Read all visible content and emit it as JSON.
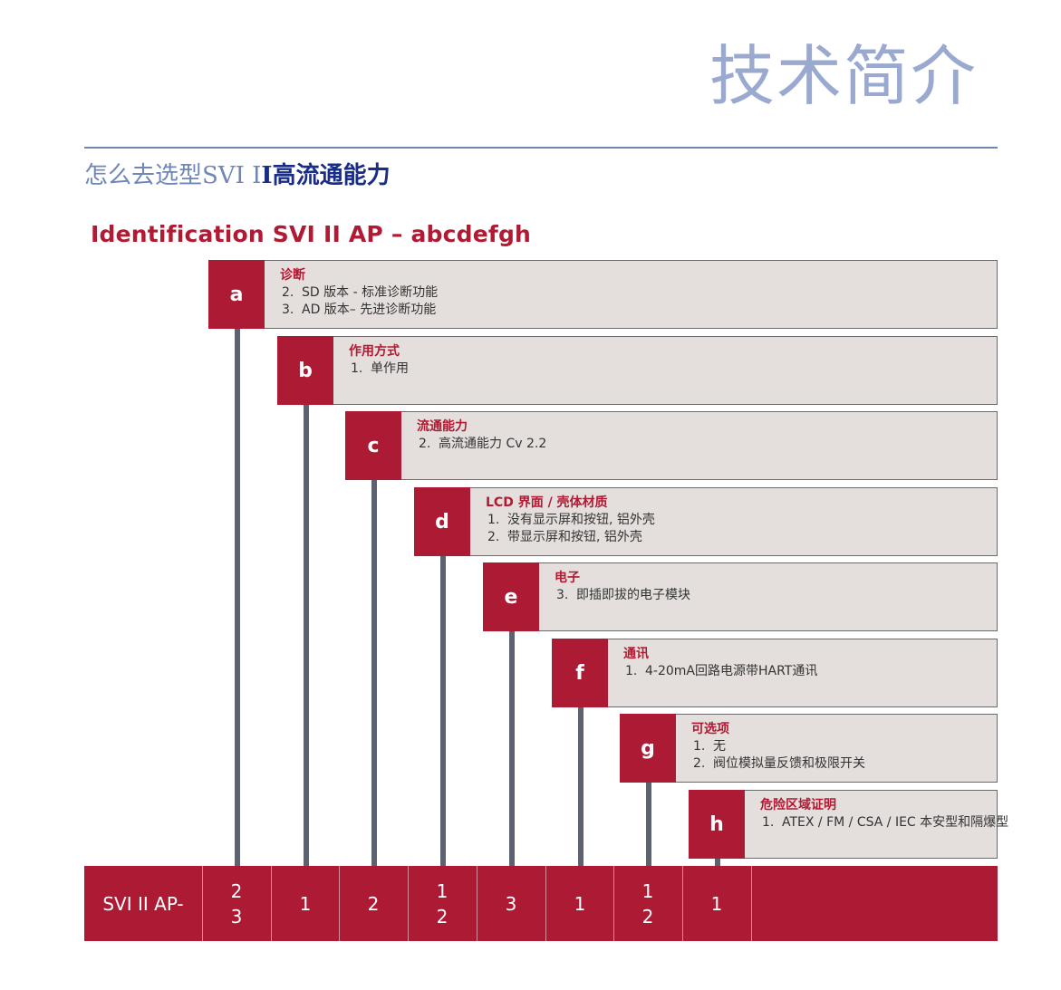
{
  "page_title": "技术简介",
  "subtitle": {
    "light": "怎么去选型SVI I",
    "bold": "I高流通能力"
  },
  "identification_heading": "Identification SVI II AP – abcdefgh",
  "options": [
    {
      "letter": "a",
      "title": "诊断",
      "items": [
        {
          "num": "2.",
          "text": "SD 版本 - 标准诊断功能"
        },
        {
          "num": "3.",
          "text": "AD 版本– 先进诊断功能"
        }
      ]
    },
    {
      "letter": "b",
      "title": "作用方式",
      "items": [
        {
          "num": "1.",
          "text": "单作用"
        }
      ]
    },
    {
      "letter": "c",
      "title": "流通能力",
      "items": [
        {
          "num": "2.",
          "text": "高流通能力 Cv 2.2"
        }
      ]
    },
    {
      "letter": "d",
      "title": "LCD 界面 / 壳体材质",
      "items": [
        {
          "num": "1.",
          "text": "没有显示屏和按钮, 铝外壳"
        },
        {
          "num": "2.",
          "text": "带显示屏和按钮, 铝外壳"
        }
      ]
    },
    {
      "letter": "e",
      "title": "电子",
      "items": [
        {
          "num": "3.",
          "text": "即插即拔的电子模块"
        }
      ]
    },
    {
      "letter": "f",
      "title": "通讯",
      "items": [
        {
          "num": "1.",
          "text": "4-20mA回路电源带HART通讯"
        }
      ]
    },
    {
      "letter": "g",
      "title": "可选项",
      "items": [
        {
          "num": "1.",
          "text": "无"
        },
        {
          "num": "2.",
          "text": "阀位模拟量反馈和极限开关"
        }
      ]
    },
    {
      "letter": "h",
      "title": "危险区域证明",
      "items": [
        {
          "num": "1.",
          "text": "ATEX / FM / CSA / IEC 本安型和隔爆型"
        }
      ]
    }
  ],
  "code_bar": {
    "prefix": "SVI II AP-",
    "cells": [
      [
        "2",
        "3"
      ],
      [
        "1"
      ],
      [
        "2"
      ],
      [
        "1",
        "2"
      ],
      [
        "3"
      ],
      [
        "1"
      ],
      [
        "1",
        "2"
      ],
      [
        "1"
      ]
    ]
  },
  "colors": {
    "accent_red": "#ad1a34",
    "title_blue": "#9aa9cf",
    "subtitle_blue": "#6f86ba",
    "panel_grey": "#e4dfdc",
    "stem_grey": "#5d6270"
  }
}
